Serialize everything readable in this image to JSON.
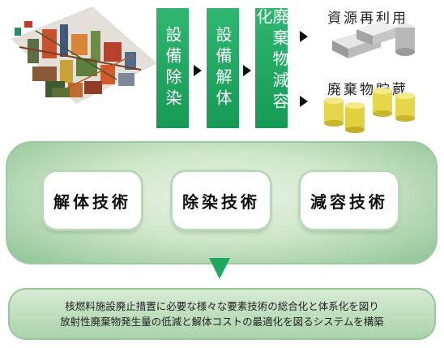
{
  "process_steps": [
    "設備除染",
    "設備解体",
    "廃棄物減容化"
  ],
  "outputs": [
    "資源再利用",
    "廃棄物貯蔵"
  ],
  "technologies": [
    "解体技術",
    "除染技術",
    "減容技術"
  ],
  "summary": {
    "line1": "核燃料施設廃止措置に必要な様々な要素技術の総合化と体系化を図り",
    "line2": "放射性廃棄物発生量の低減と解体コストの最適化を図るシステムを構築"
  },
  "colors": {
    "accent_green": "#1eaa5e",
    "panel_green": "#a9d2aa"
  }
}
